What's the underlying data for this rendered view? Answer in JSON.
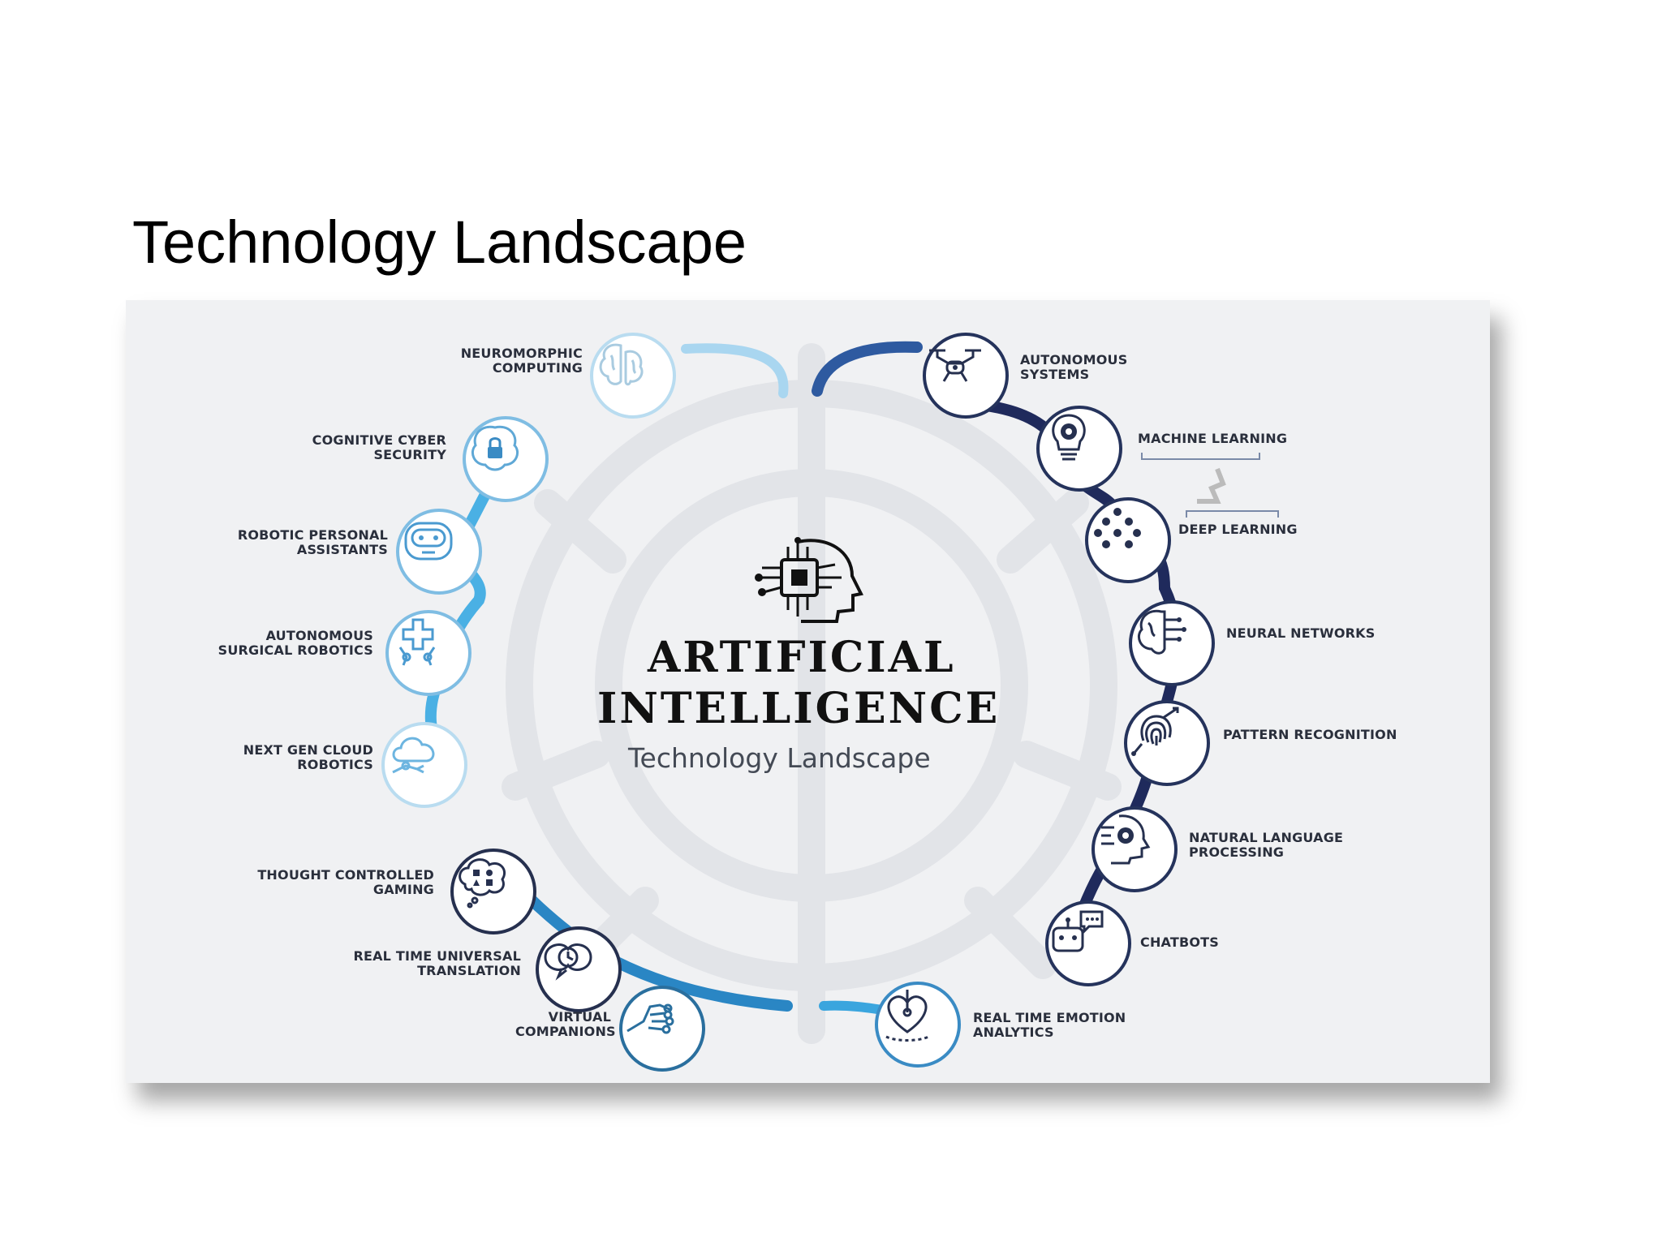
{
  "slide": {
    "title": "Technology Landscape"
  },
  "center": {
    "title_line1": "ARTIFICIAL",
    "title_line2": "INTELLIGENCE",
    "subtitle": "Technology Landscape"
  },
  "colors": {
    "light_arc": "#a9d6f0",
    "mid_arc": "#3aa5de",
    "dark_arc": "#1f2a5c",
    "background": "#f0f1f3"
  },
  "left_items": [
    {
      "label": "NEUROMORPHIC\nCOMPUTING",
      "icon": "brain-halves-icon"
    },
    {
      "label": "COGNITIVE CYBER\nSECURITY",
      "icon": "brain-lock-icon"
    },
    {
      "label": "ROBOTIC PERSONAL\nASSISTANTS",
      "icon": "robot-face-icon"
    },
    {
      "label": "AUTONOMOUS\nSURGICAL ROBOTICS",
      "icon": "medical-robot-arm-icon"
    },
    {
      "label": "NEXT GEN CLOUD\nROBOTICS",
      "icon": "cloud-robot-arm-icon"
    },
    {
      "label": "THOUGHT CONTROLLED\nGAMING",
      "icon": "thought-bubble-icon"
    },
    {
      "label": "REAL TIME UNIVERSAL\nTRANSLATION",
      "icon": "speech-clock-icon"
    },
    {
      "label": "VIRTUAL\nCOMPANIONS",
      "icon": "robot-hand-icon"
    }
  ],
  "right_items": [
    {
      "label": "AUTONOMOUS\nSYSTEMS",
      "icon": "drone-icon"
    },
    {
      "label": "MACHINE LEARNING",
      "icon": "lightbulb-gear-icon"
    },
    {
      "label": "DEEP LEARNING",
      "icon": "dot-network-icon"
    },
    {
      "label": "NEURAL NETWORKS",
      "icon": "brain-circuit-icon"
    },
    {
      "label": "PATTERN RECOGNITION",
      "icon": "fingerprint-icon"
    },
    {
      "label": "NATURAL LANGUAGE\nPROCESSING",
      "icon": "head-gears-icon"
    },
    {
      "label": "CHATBOTS",
      "icon": "chatbot-icon"
    },
    {
      "label": "REAL TIME EMOTION\nANALYTICS",
      "icon": "heart-pulse-icon"
    }
  ]
}
